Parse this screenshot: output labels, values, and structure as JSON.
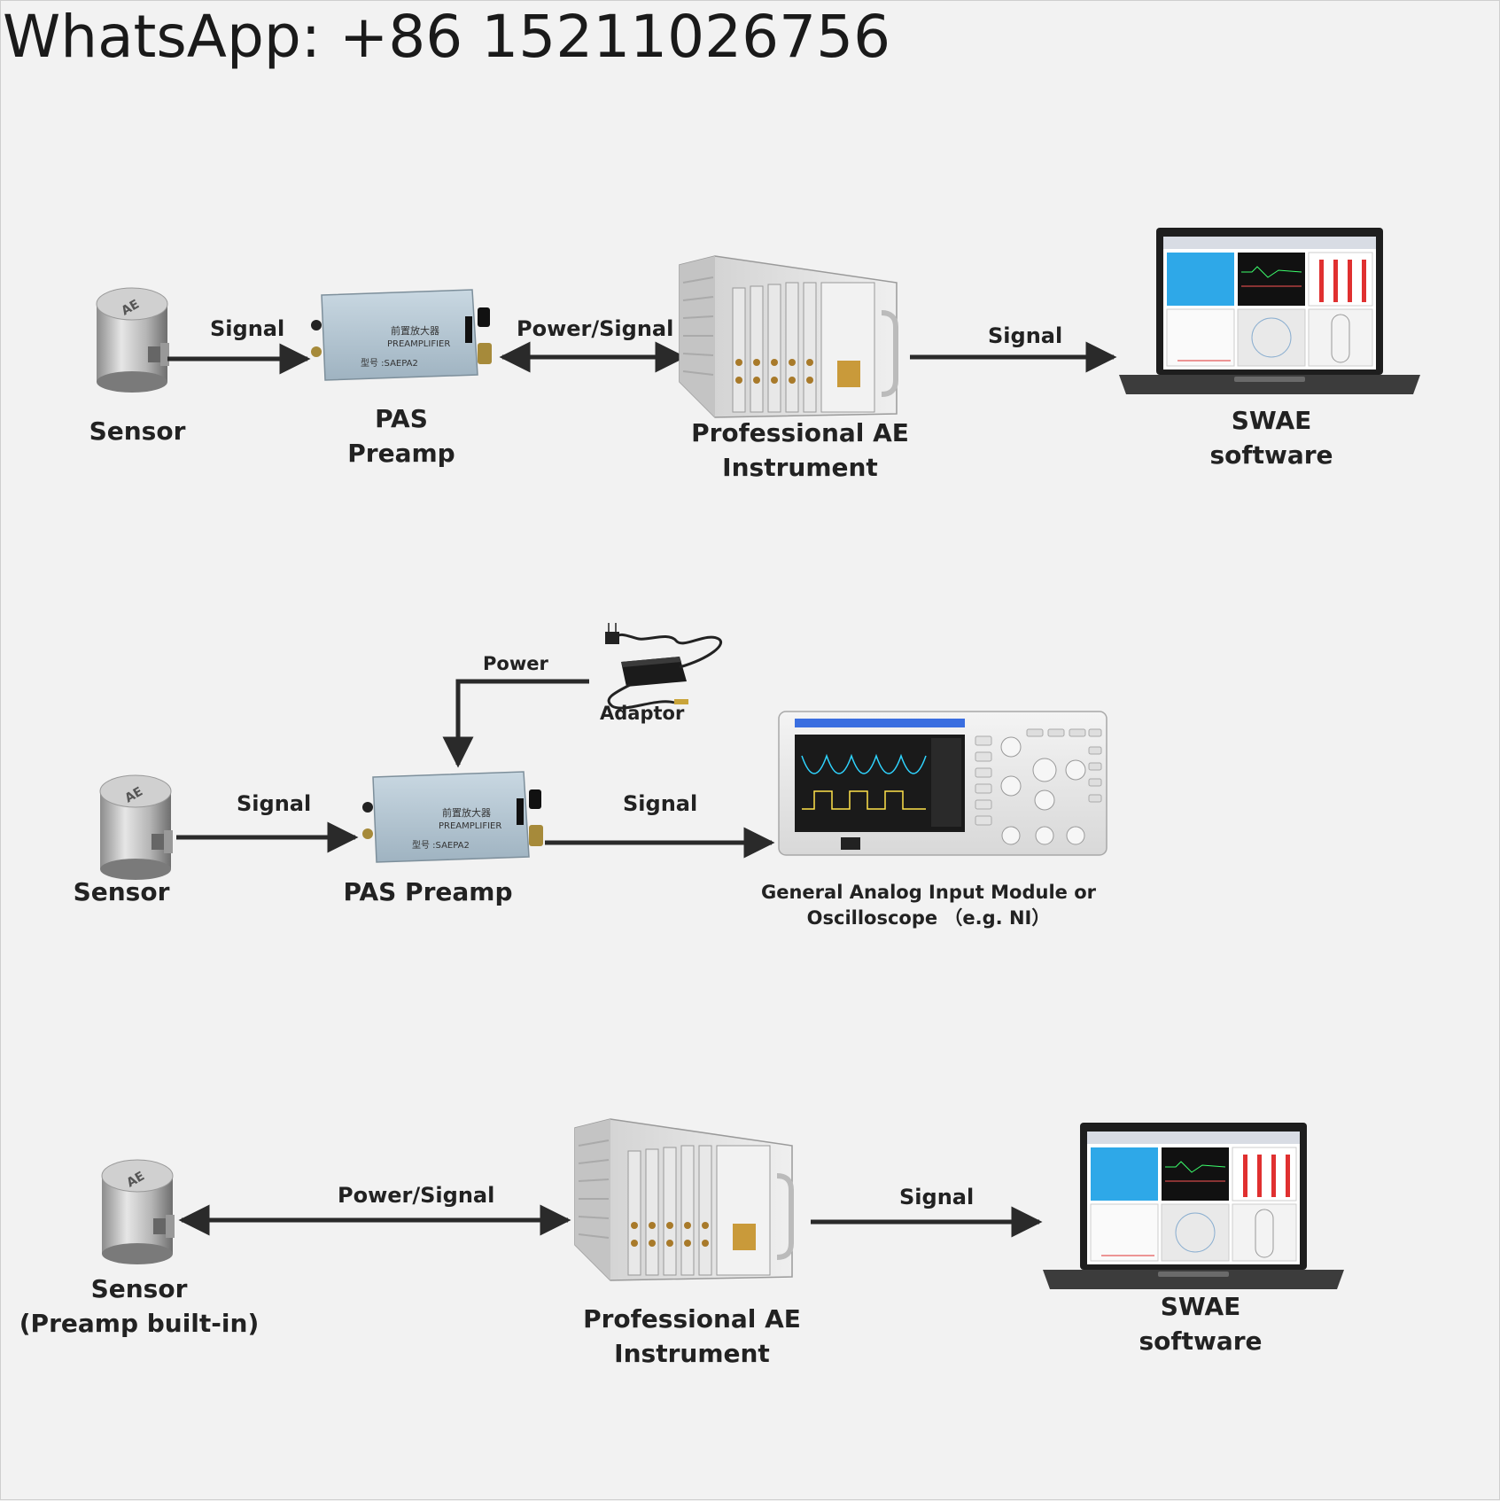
{
  "header": {
    "whatsapp": "WhatsApp: +86 15211026756"
  },
  "row1": {
    "sensor_label": "Sensor",
    "signal1": "Signal",
    "preamp_line1": "PAS",
    "preamp_line2": "Preamp",
    "preamp_text": {
      "l1": "前置放大器",
      "l2": "PREAMPLIFIER",
      "l3": "型号 :SAEPA2"
    },
    "power_signal": "Power/Signal",
    "instrument_line1": "Professional AE",
    "instrument_line2": "Instrument",
    "signal2": "Signal",
    "software_line1": "SWAE",
    "software_line2": "software"
  },
  "row2": {
    "power": "Power",
    "adaptor": "Adaptor",
    "signal1": "Signal",
    "signal2": "Signal",
    "sensor_label": "Sensor",
    "preamp_label": "PAS Preamp",
    "preamp_text": {
      "l1": "前置放大器",
      "l2": "PREAMPLIFIER",
      "l3": "型号 :SAEPA2"
    },
    "module_line1": "General Analog Input Module or",
    "module_line2": "Oscilloscope （e.g. NI）"
  },
  "row3": {
    "power_signal": "Power/Signal",
    "signal": "Signal",
    "sensor_line1": "Sensor",
    "sensor_line2": "(Preamp built-in)",
    "instrument_line1": "Professional AE",
    "instrument_line2": "Instrument",
    "software_line1": "SWAE",
    "software_line2": "software"
  },
  "colors": {
    "arrow": "#2a2a2a",
    "background": "#f2f2f2",
    "screen_blue": "#2ea8e8",
    "bar_red": "#e03030"
  }
}
